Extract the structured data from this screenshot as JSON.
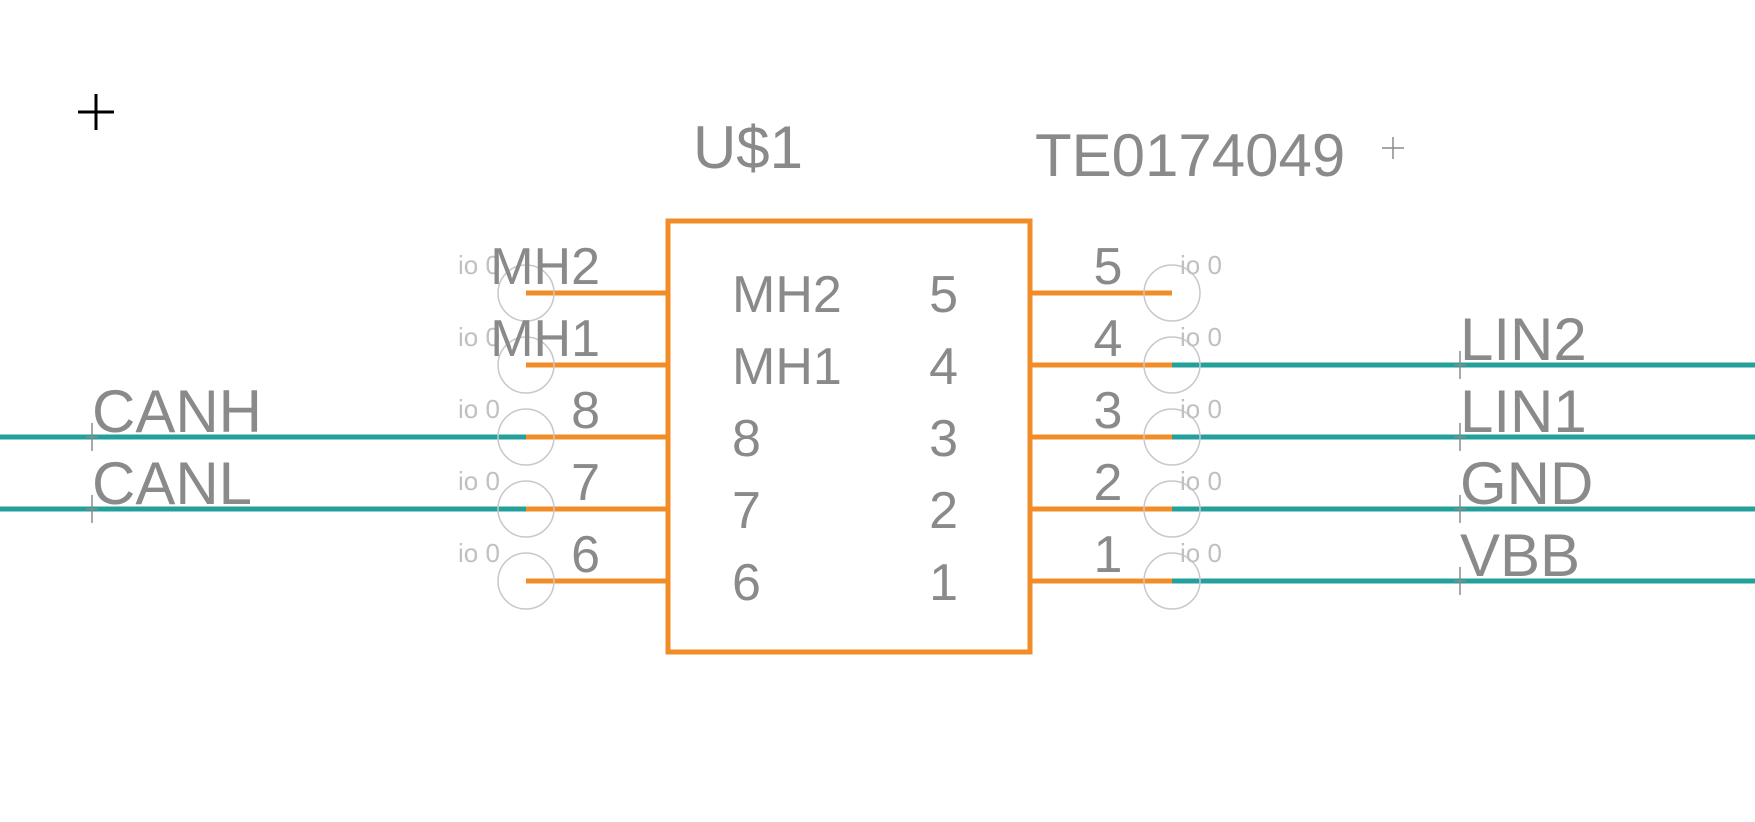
{
  "part": {
    "name": "U$1",
    "value": "TE0174049"
  },
  "body_pins": {
    "left": [
      "MH2",
      "MH1",
      "8",
      "7",
      "6"
    ],
    "right": [
      "5",
      "4",
      "3",
      "2",
      "1"
    ]
  },
  "left_pins": [
    {
      "name": "MH2",
      "io": "io 0",
      "net": ""
    },
    {
      "name": "MH1",
      "io": "io 0",
      "net": ""
    },
    {
      "name": "8",
      "io": "io 0",
      "net": "CANH"
    },
    {
      "name": "7",
      "io": "io 0",
      "net": "CANL"
    },
    {
      "name": "6",
      "io": "io 0",
      "net": ""
    }
  ],
  "right_pins": [
    {
      "name": "5",
      "io": "io 0",
      "net": ""
    },
    {
      "name": "4",
      "io": "io 0",
      "net": "LIN2"
    },
    {
      "name": "3",
      "io": "io 0",
      "net": "LIN1"
    },
    {
      "name": "2",
      "io": "io 0",
      "net": "GND"
    },
    {
      "name": "1",
      "io": "io 0",
      "net": "VBB"
    }
  ],
  "colors": {
    "part_outline": "#f28c28",
    "net_wire": "#23a09a",
    "label": "#8a8a8a"
  },
  "icons": {
    "cursor": "crosshair-icon"
  }
}
